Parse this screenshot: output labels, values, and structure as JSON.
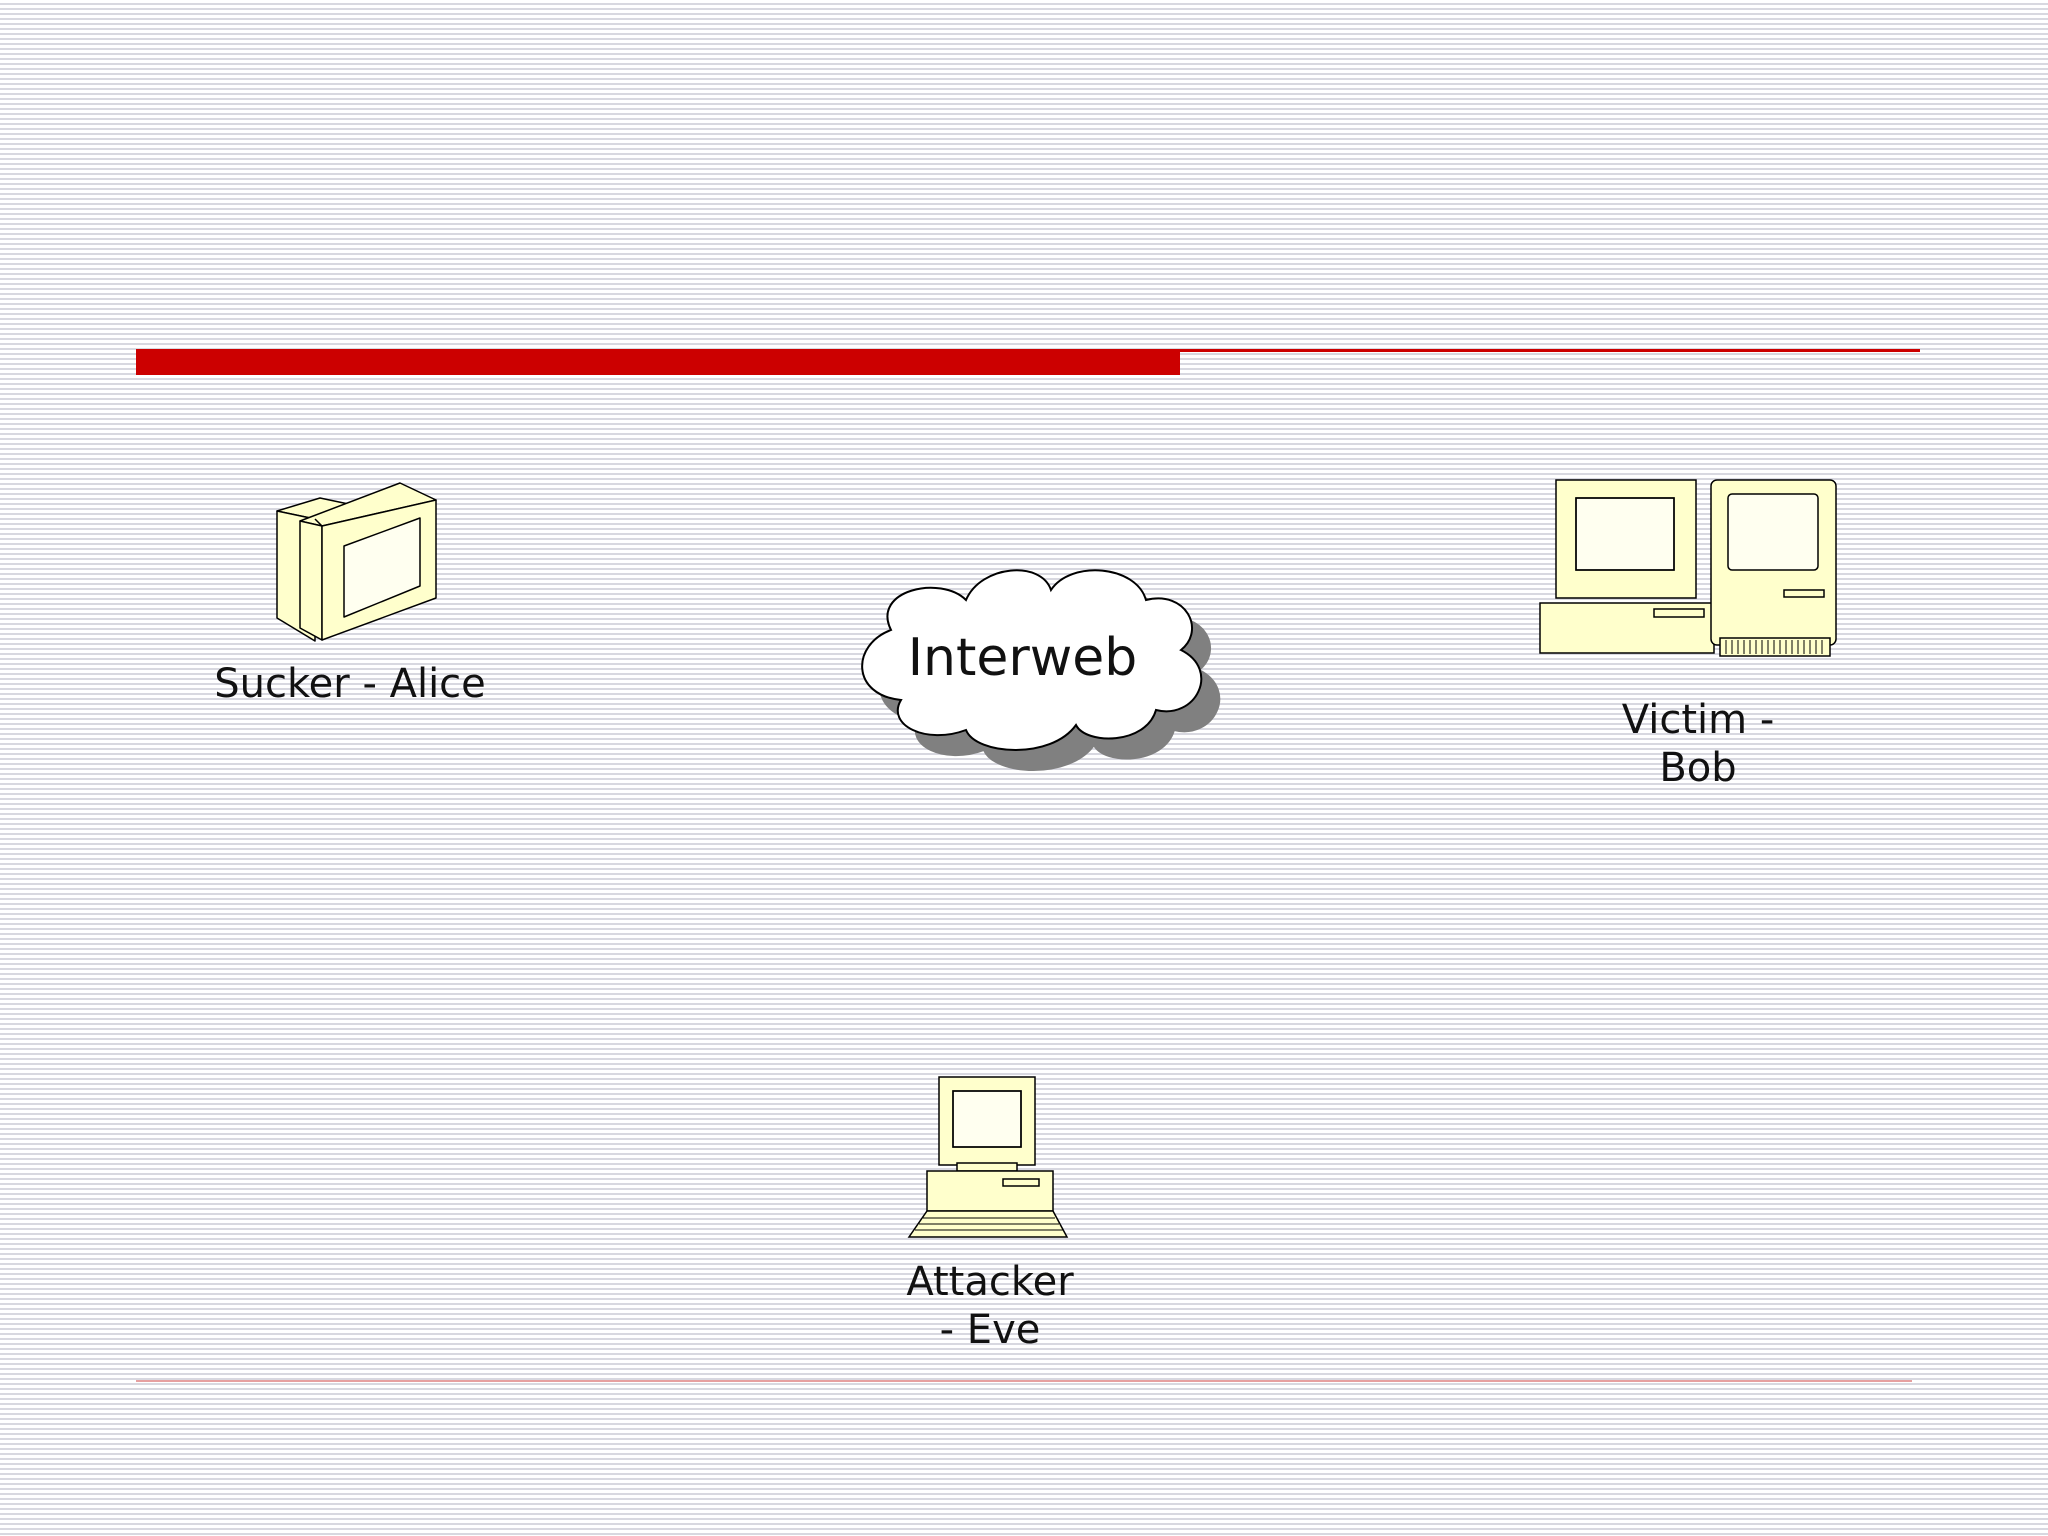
{
  "slide": {
    "accent_color": "#cc0000",
    "device_fill": "#ffffcc",
    "cloud_shadow": "#808080"
  },
  "nodes": {
    "alice": {
      "label": "Sucker - Alice",
      "icon": "crt-monitor-icon"
    },
    "cloud": {
      "label": "Interweb",
      "icon": "cloud-icon"
    },
    "bob": {
      "label": "Victim -\nBob",
      "icon": "desktop-computers-icon"
    },
    "eve": {
      "label": "Attacker\n- Eve",
      "icon": "computer-with-keyboard-icon"
    }
  }
}
